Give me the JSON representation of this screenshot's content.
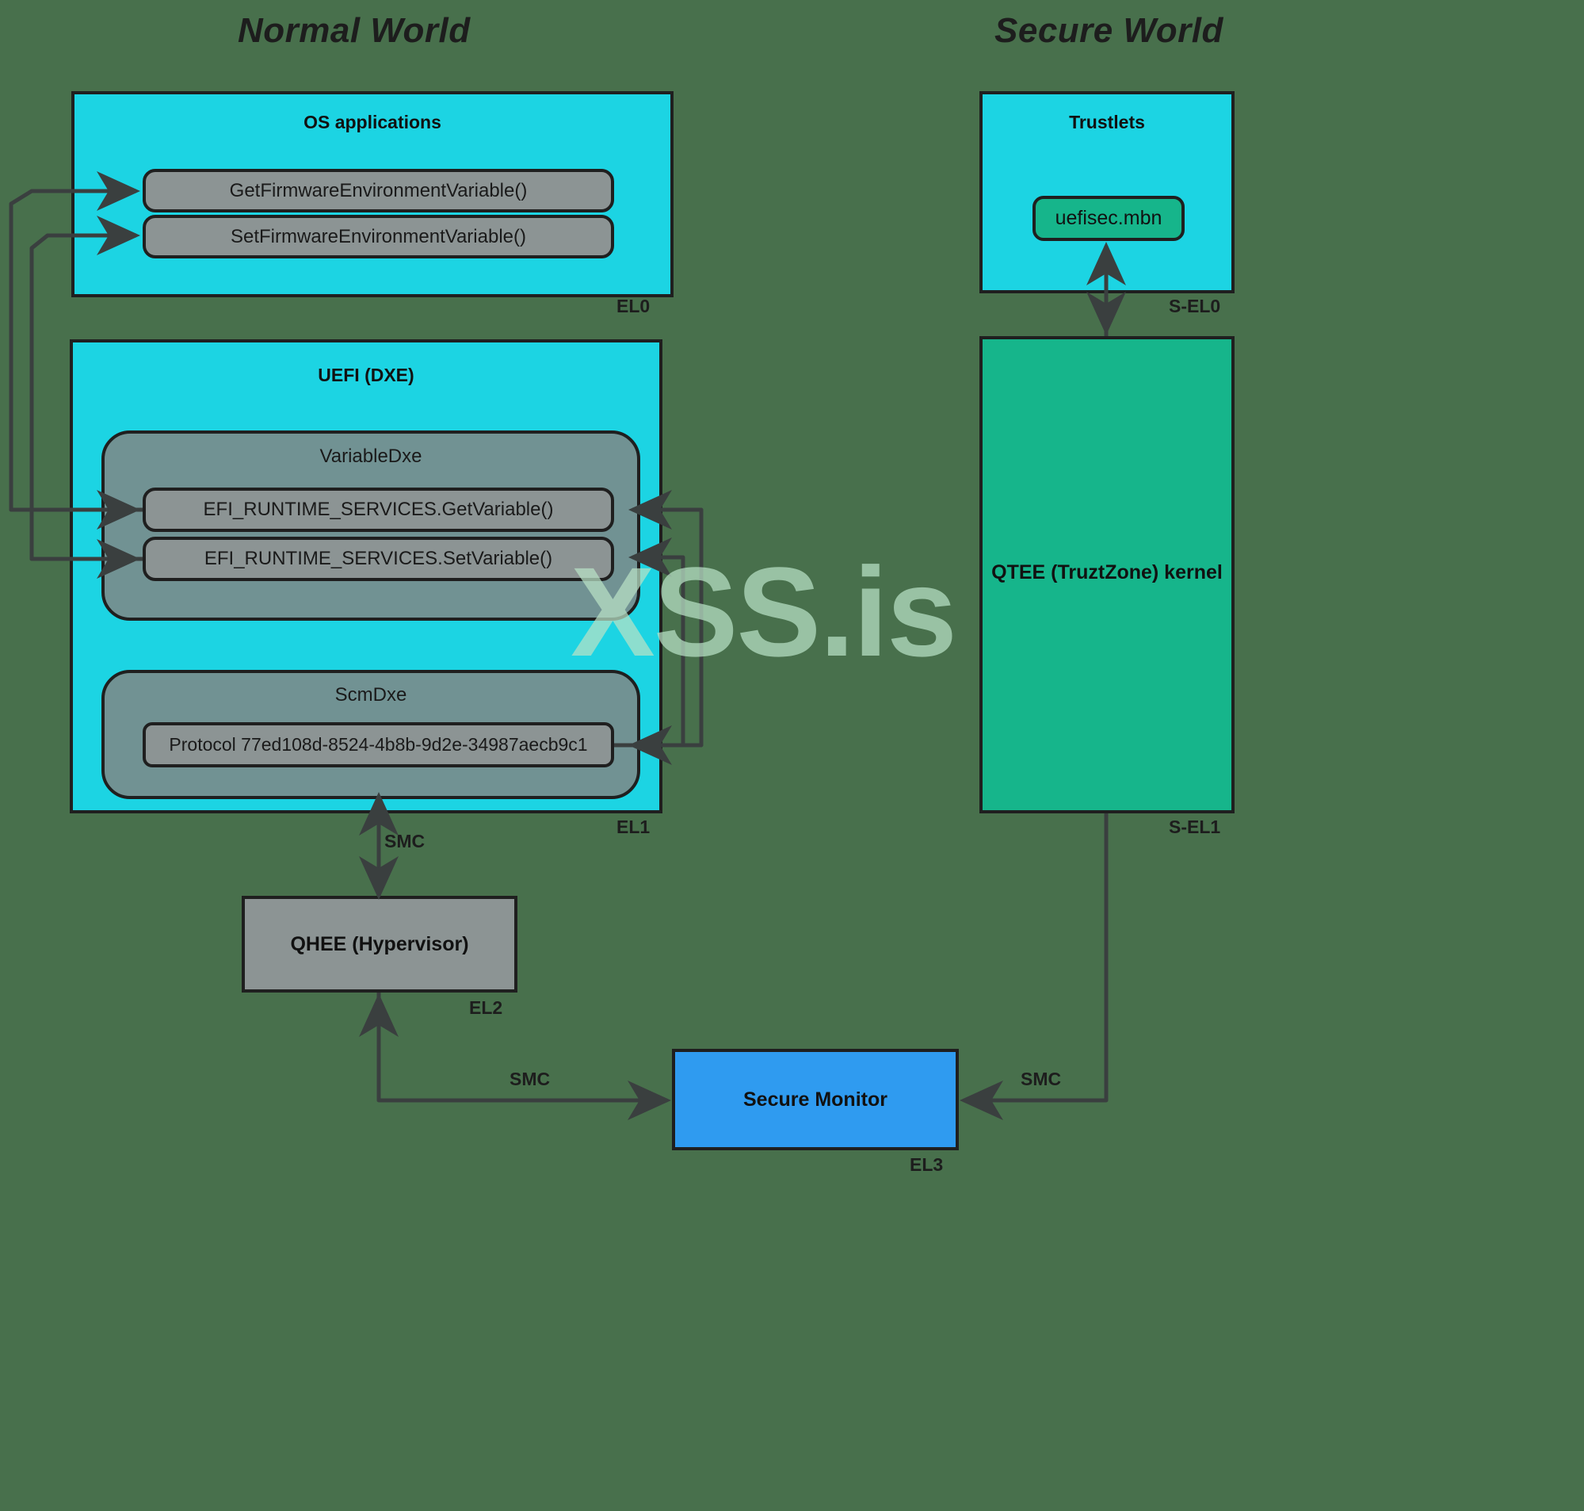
{
  "titles": {
    "normal_world": "Normal World",
    "secure_world": "Secure World"
  },
  "watermark": "XSS.is",
  "normal_world": {
    "el0": {
      "zone_title": "OS applications",
      "el_label": "EL0",
      "items": [
        "GetFirmwareEnvironmentVariable()",
        "SetFirmwareEnvironmentVariable()"
      ]
    },
    "el1": {
      "zone_title": "UEFI (DXE)",
      "el_label": "EL1",
      "variable_dxe": {
        "title": "VariableDxe",
        "items": [
          "EFI_RUNTIME_SERVICES.GetVariable()",
          "EFI_RUNTIME_SERVICES.SetVariable()"
        ]
      },
      "scm_dxe": {
        "title": "ScmDxe",
        "items": [
          "Protocol 77ed108d-8524-4b8b-9d2e-34987aecb9c1"
        ]
      }
    },
    "el2": {
      "box_label": "QHEE (Hypervisor)",
      "el_label": "EL2"
    }
  },
  "secure_world": {
    "sel0": {
      "zone_title": "Trustlets",
      "el_label": "S-EL0",
      "items": [
        "uefisec.mbn"
      ]
    },
    "sel1": {
      "box_label": "QTEE (TruztZone) kernel",
      "el_label": "S-EL1"
    }
  },
  "monitor": {
    "box_label": "Secure Monitor",
    "el_label": "EL3"
  },
  "edge_labels": {
    "smc_scmdxe_qhee": "SMC",
    "smc_qhee_monitor": "SMC",
    "smc_monitor_qtee": "SMC"
  },
  "colors": {
    "background": "#48704c",
    "zone_cyan": "#1cd4e3",
    "group_gray": "#788c8c",
    "pill_gray": "#8c9494",
    "secure_green": "#16b58b",
    "monitor_blue": "#2f9bf0",
    "stroke": "#1f1f1f",
    "watermark": "#b9e2c6"
  }
}
